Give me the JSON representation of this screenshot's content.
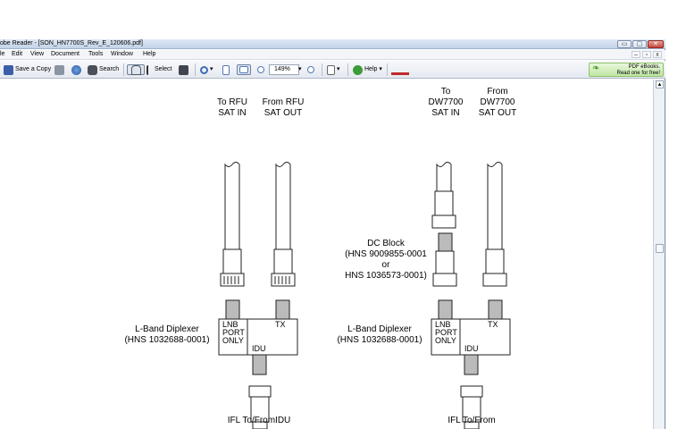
{
  "window": {
    "title": "obe Reader - [SON_HN7700S_Rev_E_120606.pdf]",
    "min_label": "▭",
    "max_label": "▢",
    "close_label": "✕"
  },
  "menu": {
    "items": [
      "le",
      "Edit",
      "View",
      "Document",
      "Tools",
      "Window",
      "Help"
    ],
    "mdi_min": "–",
    "mdi_restore": "▫",
    "mdi_close": "x"
  },
  "toolbar": {
    "save_copy_label": "Save a Copy",
    "search_label": "Search",
    "select_label": "Select",
    "zoom_value": "149%",
    "help_label": "Help",
    "promo_line1": "PDF eBooks.",
    "promo_line2": "Read one for free!",
    "dropdown_glyph": "▾"
  },
  "colors": {
    "accent": "#4f79b8",
    "promo_green": "#bfe6a4",
    "close_red": "#c7463a"
  },
  "icons": {
    "save": "floppy-disk-icon",
    "print": "printer-icon",
    "email": "email-icon",
    "search": "binoculars-icon",
    "hand": "hand-tool-icon",
    "select": "text-select-icon",
    "snapshot": "camera-icon",
    "zoom": "magnifier-icon",
    "fit_page": "fit-page-icon",
    "fit_width": "fit-width-icon",
    "zoom_out": "zoom-out-icon",
    "zoom_in": "zoom-in-icon",
    "pages": "pages-icon",
    "help": "help-icon",
    "yahoo": "yahoo-icon"
  },
  "diagram": {
    "left": {
      "to_rfu": [
        "To RFU",
        "SAT IN"
      ],
      "from_rfu": [
        "From RFU",
        "SAT OUT"
      ],
      "diplexer_label": [
        "L-Band Diplexer",
        "(HNS 1032688-0001)"
      ],
      "port_lnb": [
        "LNB",
        "PORT",
        "ONLY"
      ],
      "port_tx": "TX",
      "port_idu": "IDU",
      "ifl": "IFL To/FromIDU"
    },
    "right": {
      "to_dw": [
        "To",
        "DW7700",
        "SAT IN"
      ],
      "from_dw": [
        "From",
        "DW7700",
        "SAT OUT"
      ],
      "dc_block": [
        "DC Block",
        "(HNS 9009855-0001",
        "or",
        "HNS 1036573-0001)"
      ],
      "diplexer_label": [
        "L-Band Diplexer",
        "(HNS 1032688-0001)"
      ],
      "port_lnb": [
        "LNB",
        "PORT",
        "ONLY"
      ],
      "port_tx": "TX",
      "port_idu": "IDU",
      "ifl": "IFL To/From"
    }
  }
}
